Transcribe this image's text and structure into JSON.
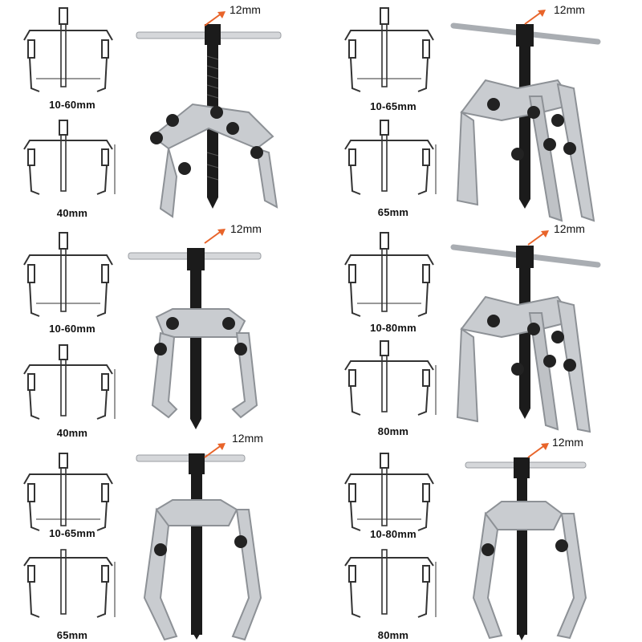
{
  "spec_thread": "12mm",
  "panels": [
    {
      "id": "p1",
      "range_label": "10-60mm",
      "depth_label": "40mm",
      "jaws": 3,
      "jaw_style": "short"
    },
    {
      "id": "p2",
      "range_label": "10-65mm",
      "depth_label": "65mm",
      "jaws": 3,
      "jaw_style": "long"
    },
    {
      "id": "p3",
      "range_label": "10-60mm",
      "depth_label": "40mm",
      "jaws": 2,
      "jaw_style": "short"
    },
    {
      "id": "p4",
      "range_label": "10-80mm",
      "depth_label": "80mm",
      "jaws": 3,
      "jaw_style": "long"
    },
    {
      "id": "p5",
      "range_label": "10-65mm",
      "depth_label": "65mm",
      "jaws": 2,
      "jaw_style": "long"
    },
    {
      "id": "p6",
      "range_label": "10-80mm",
      "depth_label": "80mm",
      "jaws": 2,
      "jaw_style": "long"
    }
  ],
  "colors": {
    "arrow": "#e8642a",
    "steel": "#c9ccd0",
    "steel_dark": "#8d9196",
    "screw": "#1b1b1b",
    "line": "#333333"
  }
}
